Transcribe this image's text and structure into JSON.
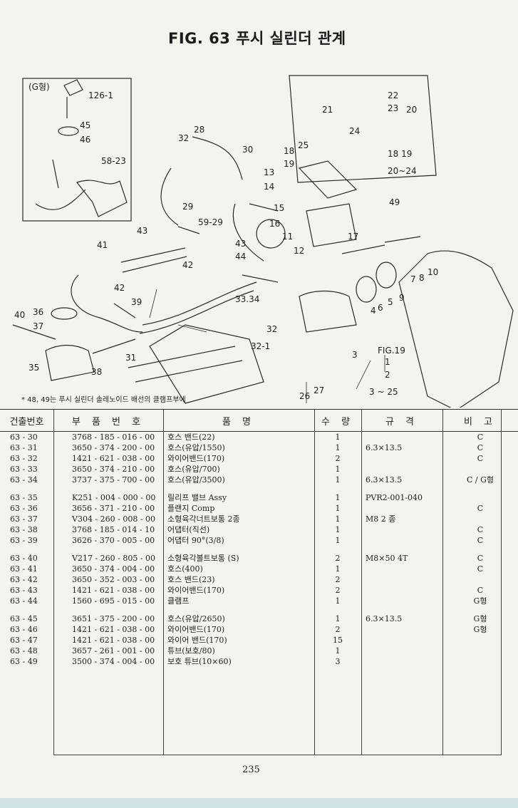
{
  "title": "FIG. 63 푸시 실린더 관계",
  "note": "* 48, 49는 푸시 실린더 솔레노이드 배선의 클램프부에",
  "inset_label": "(G형)",
  "fig_ref": {
    "label": "FIG.19",
    "n1": "1",
    "n2": "2",
    "range": "3 ~ 25"
  },
  "callouts": [
    "126-1",
    "45",
    "46",
    "58-23",
    "32",
    "28",
    "30",
    "25",
    "18",
    "19",
    "13",
    "14",
    "15",
    "16",
    "11",
    "12",
    "17",
    "49",
    "22",
    "23",
    "20",
    "21",
    "24",
    "18 19",
    "20~24",
    "29",
    "59-29",
    "43",
    "41",
    "42",
    "43",
    "44",
    "33.34",
    "32",
    "32-1",
    "42",
    "39",
    "40",
    "36",
    "37",
    "35",
    "38",
    "31",
    "26",
    "27",
    "4",
    "6",
    "5",
    "9",
    "7",
    "8",
    "10",
    "3"
  ],
  "table": {
    "headers": [
      "건출번호",
      "부 품 번 호",
      "품 명",
      "수 량",
      "규 격",
      "비 고"
    ],
    "rows": [
      [
        "63 - 30",
        "3768 - 185 - 016 - 00",
        "호스 밴드(22)",
        "1",
        "",
        "C"
      ],
      [
        "63 - 31",
        "3650 - 374 - 200 - 00",
        "호스(유압/1550)",
        "1",
        "6.3×13.5",
        "C"
      ],
      [
        "63 - 32",
        "1421 - 621 - 038 - 00",
        "와이어밴드(170)",
        "2",
        "",
        "C"
      ],
      [
        "63 - 33",
        "3650 - 374 - 210 - 00",
        "호스(유압/700)",
        "1",
        "",
        ""
      ],
      [
        "63 - 34",
        "3737 - 375 - 700 - 00",
        "호스(유압/3500)",
        "1",
        "6.3×13.5",
        "C / G형"
      ],
      null,
      [
        "63 - 35",
        "K251 - 004 - 000 - 00",
        "릴리프 밸브 Assy",
        "1",
        "PVR2-001-040",
        ""
      ],
      [
        "63 - 36",
        "3656 - 371 - 210 - 00",
        "플랜지 Comp",
        "1",
        "",
        "C"
      ],
      [
        "63 - 37",
        "V304 - 260 - 008 - 00",
        "소형육각너트보통 2종",
        "1",
        "M8 2 종",
        ""
      ],
      [
        "63 - 38",
        "3768 - 185 - 014 - 10",
        "어댑터(직선)",
        "1",
        "",
        "C"
      ],
      [
        "63 - 39",
        "3626 - 370 - 005 - 00",
        "어댑터 90°(3/8)",
        "1",
        "",
        "C"
      ],
      null,
      [
        "63 - 40",
        "V217 - 260 - 805 - 00",
        "소형육각볼트보통 (S)",
        "2",
        "M8×50 4T",
        "C"
      ],
      [
        "63 - 41",
        "3650 - 374 - 004 - 00",
        "호스(400)",
        "1",
        "",
        "C"
      ],
      [
        "63 - 42",
        "3650 - 352 - 003 - 00",
        "호스 밴드(23)",
        "2",
        "",
        ""
      ],
      [
        "63 - 43",
        "1421 - 621 - 038 - 00",
        "와이어밴드(170)",
        "2",
        "",
        "C"
      ],
      [
        "63 - 44",
        "1560 - 695 - 015 - 00",
        "클램프",
        "1",
        "",
        "G형"
      ],
      null,
      [
        "63 - 45",
        "3651 - 375 - 200 - 00",
        "호스(유압/2650)",
        "1",
        "6.3×13.5",
        "G형"
      ],
      [
        "63 - 46",
        "1421 - 621 - 038 - 00",
        "와이어밴드(170)",
        "2",
        "",
        "G형"
      ],
      [
        "63 - 47",
        "1421 - 621 - 038 - 00",
        "와이어 밴드(170)",
        "15",
        "",
        ""
      ],
      [
        "63 - 48",
        "3657 - 261 - 001 - 00",
        "튜브(보호/80)",
        "1",
        "",
        ""
      ],
      [
        "63 - 49",
        "3500 - 374 - 004 - 00",
        "보호 튜브(10×60)",
        "3",
        "",
        ""
      ]
    ]
  },
  "page_number": "235"
}
